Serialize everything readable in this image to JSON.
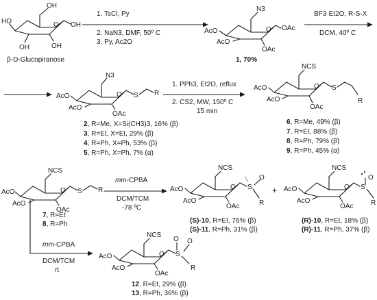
{
  "row1": {
    "start_name": "β-D-Glucopiranose",
    "step1": [
      "1. TsCl, Py",
      "2. NaN3, DMF, 50º C",
      "3. Py, Ac2O"
    ],
    "cmpd1_label": "1, 70%",
    "step2": [
      "BF3·Et2O, R-S-X",
      "DCM, 40º C"
    ]
  },
  "row2": {
    "list_2to5": [
      [
        "2",
        ", R=Me, X=Si(CH3)3, 16% (β)"
      ],
      [
        "3",
        ", R=Et, X=Et, 29% (β)"
      ],
      [
        "4",
        ", R=Ph, X=Ph, 53% (β)"
      ],
      [
        "5",
        ", R=Ph, X=Ph, 7% (α)"
      ]
    ],
    "step3": [
      "1. PPh3, Et2O, reflux",
      "2. CS2, MW, 150º C",
      "15 min"
    ],
    "list_6to9": [
      [
        "6",
        ", R=Me, 49% (β)"
      ],
      [
        "7",
        ", R=Et, 88% (β)"
      ],
      [
        "8",
        ", R=Ph, 79% (β)"
      ],
      [
        "9",
        ", R=Ph, 45% (α)"
      ]
    ]
  },
  "row3": {
    "list_7_8": [
      [
        "7",
        ", R=Et"
      ],
      [
        "8",
        ", R=Ph"
      ]
    ],
    "step4": [
      "m-CPBA",
      "DCM/TCM",
      "-78 ºC"
    ],
    "list_S": [
      [
        "(S)-10",
        ", R=Et, 76% (β)"
      ],
      [
        "(S)-11",
        ", R=Ph, 31% (β)"
      ]
    ],
    "plus": "+",
    "list_R": [
      [
        "(R)-10",
        ", R=Et, 18% (β)"
      ],
      [
        "(R)-11",
        ", R=Ph, 37% (β)"
      ]
    ],
    "step5": [
      "m-CPBA",
      "DCM/TCM",
      "rt"
    ],
    "list_12_13": [
      [
        "12",
        ", R=Et, 29% (β)"
      ],
      [
        "13",
        ", R=Ph, 36% (β)"
      ]
    ]
  },
  "atoms": {
    "OH": "OH",
    "HO": "HO",
    "AcO": "AcO",
    "OAc": "OAc",
    "O": "O",
    "N3": "N3",
    "NCS": "NCS",
    "S": "S",
    "R": "R"
  }
}
